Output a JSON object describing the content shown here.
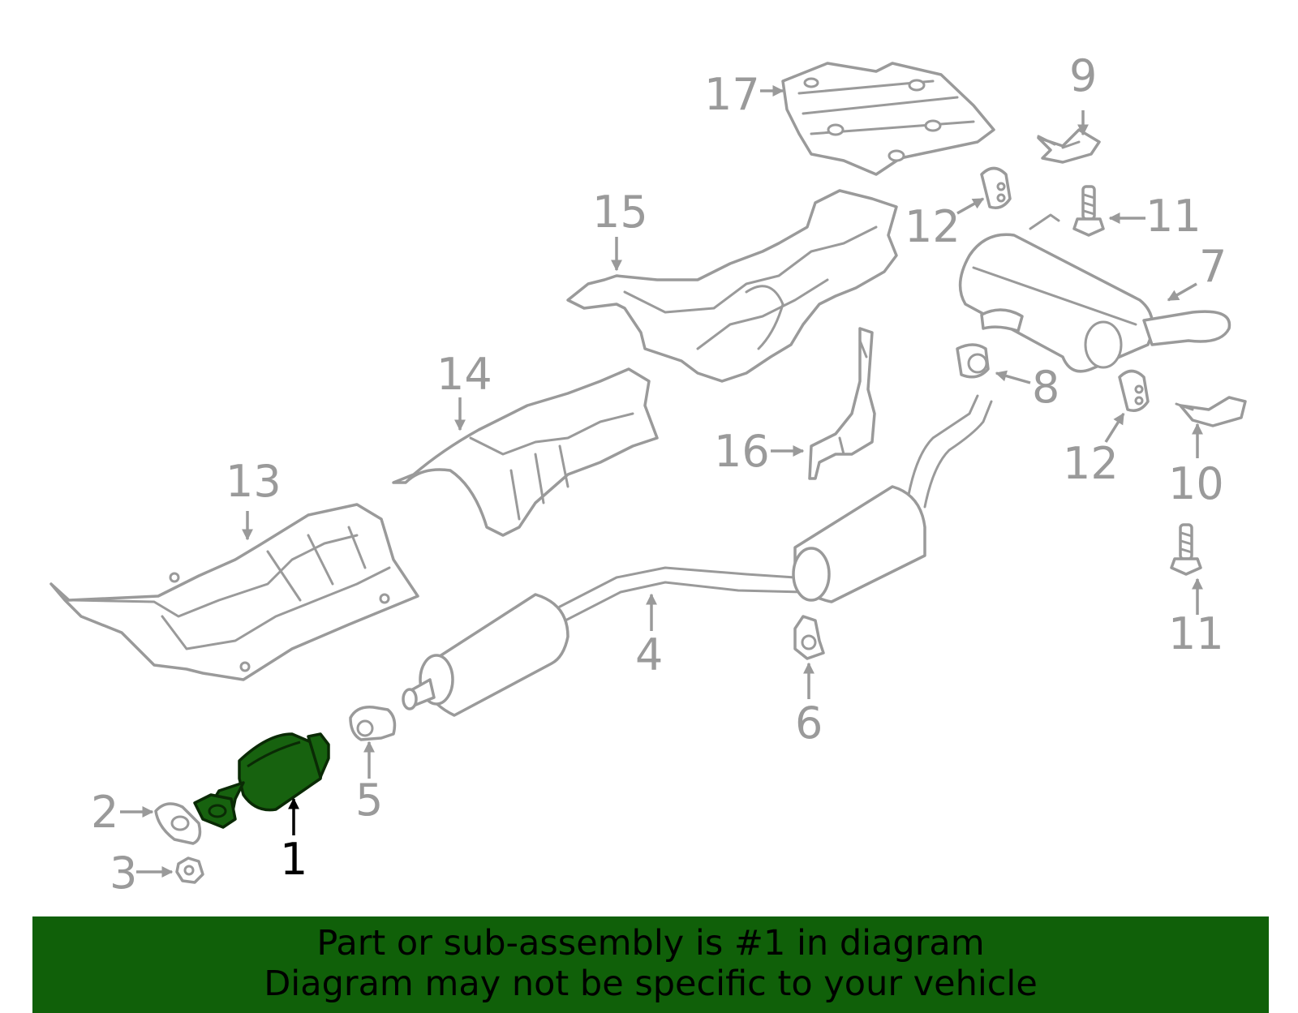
{
  "highlight_color": "#17620f",
  "banner_color": "#106009",
  "callouts": [
    {
      "id": "1",
      "label": "1",
      "selected": true
    },
    {
      "id": "2",
      "label": "2"
    },
    {
      "id": "3",
      "label": "3"
    },
    {
      "id": "4",
      "label": "4"
    },
    {
      "id": "5",
      "label": "5"
    },
    {
      "id": "6",
      "label": "6"
    },
    {
      "id": "7",
      "label": "7"
    },
    {
      "id": "8",
      "label": "8"
    },
    {
      "id": "9",
      "label": "9"
    },
    {
      "id": "10",
      "label": "10"
    },
    {
      "id": "11a",
      "label": "11"
    },
    {
      "id": "11b",
      "label": "11"
    },
    {
      "id": "12a",
      "label": "12"
    },
    {
      "id": "12b",
      "label": "12"
    },
    {
      "id": "13",
      "label": "13"
    },
    {
      "id": "14",
      "label": "14"
    },
    {
      "id": "15",
      "label": "15"
    },
    {
      "id": "16",
      "label": "16"
    },
    {
      "id": "17",
      "label": "17"
    }
  ],
  "banner": {
    "line1": "Part or sub-assembly is #1 in diagram",
    "line2": "Diagram may not be specific to your vehicle"
  }
}
